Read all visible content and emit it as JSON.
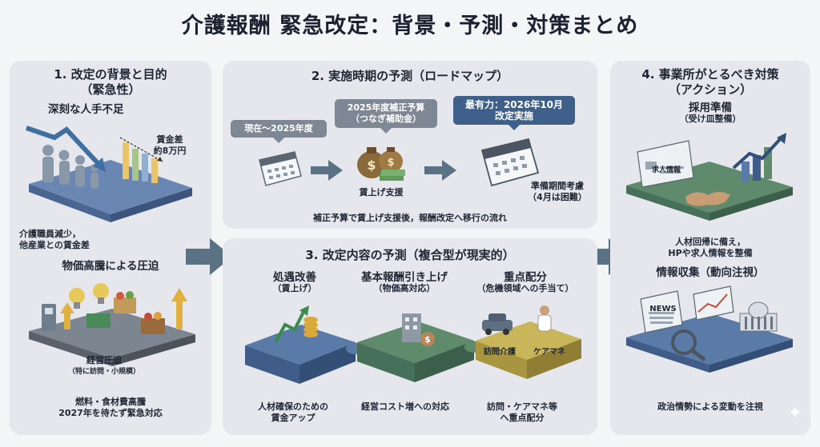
{
  "title": "介護報酬 緊急改定：背景・予測・対策まとめ",
  "section1": {
    "title_line1": "1. 改定の背景と目的",
    "title_line2": "（緊急性）",
    "shortage_label": "深刻な人手不足",
    "wage_gap_label_line1": "賃金差",
    "wage_gap_label_line2": "約8万円",
    "caption_line1": "介護職員減少，",
    "caption_line2": "他産業との賃金差",
    "price_heading": "物価高騰による圧迫",
    "pressure_label_line1": "経営圧迫",
    "pressure_label_line2": "（特に訪問・小規模）",
    "footer_line1": "燃料・食材費高騰",
    "footer_line2": "2027年を待たず緊急対応"
  },
  "section2": {
    "title": "2. 実施時期の予測（ロードマップ）",
    "now_label": "現在〜2025年度",
    "budget_label_line1": "2025年度補正予算",
    "budget_label_line2": "（つなぎ補助金）",
    "likely_label_line1": "最有力：2026年10月",
    "likely_label_line2": "改定実施",
    "wage_support": "賃上げ支援",
    "prep_line1": "準備期間考慮",
    "prep_line2": "（4月は困難）",
    "caption": "補正予算で賃上げ支援後，報酬改定へ移行の流れ"
  },
  "section3": {
    "title": "3. 改定内容の予測（複合型が現実的）",
    "p1_line1": "処遇改善",
    "p1_line2": "（賃上げ）",
    "p2_line1": "基本報酬引き上げ",
    "p2_line2": "（物価高対応）",
    "p3_line1": "重点配分",
    "p3_line2": "（危機領域への手当て）",
    "visit_care": "訪問介護",
    "care_manager": "ケアマネ",
    "c1_line1": "人材確保のための",
    "c1_line2": "賃金アップ",
    "c2": "経営コスト増への対応",
    "c3_line1": "訪問・ケアマネ等",
    "c3_line2": "へ重点配分"
  },
  "section4": {
    "title_line1": "4. 事業所がとるべき対策",
    "title_line2": "（アクション）",
    "hiring_line1": "採用準備",
    "hiring_line2": "（受け皿整備）",
    "job_sign": "求人情報",
    "hiring_caption_line1": "人材回帰に備え，",
    "hiring_caption_line2": "HPや求人情報を整備",
    "info_line1": "情報収集（動向注視）",
    "news_sign": "NEWS",
    "info_caption": "政治情勢による変動を注視"
  },
  "colors": {
    "panel": "#e5e7ec",
    "arrow": "#5b7184",
    "blue_tile": "#5a7aa8",
    "green_tile": "#5f8a6b",
    "yellow_tile": "#c9b55a"
  }
}
